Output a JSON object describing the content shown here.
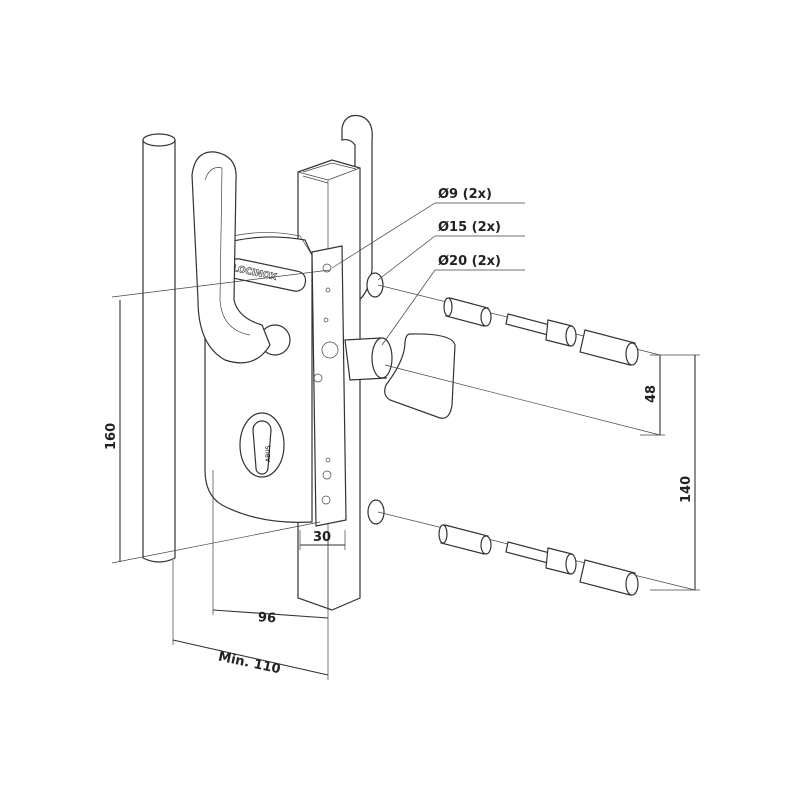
{
  "labels": {
    "d9": "Ø9 (2x)",
    "d15": "Ø15 (2x)",
    "d20": "Ø20 (2x)"
  },
  "dimensions": {
    "height_160": "160",
    "spacing_48": "48",
    "spacing_140": "140",
    "width_30": "30",
    "width_96": "96",
    "min_110": "Min. 110"
  },
  "brand": "LOCINOX",
  "cylinder_brand": "ABUS"
}
